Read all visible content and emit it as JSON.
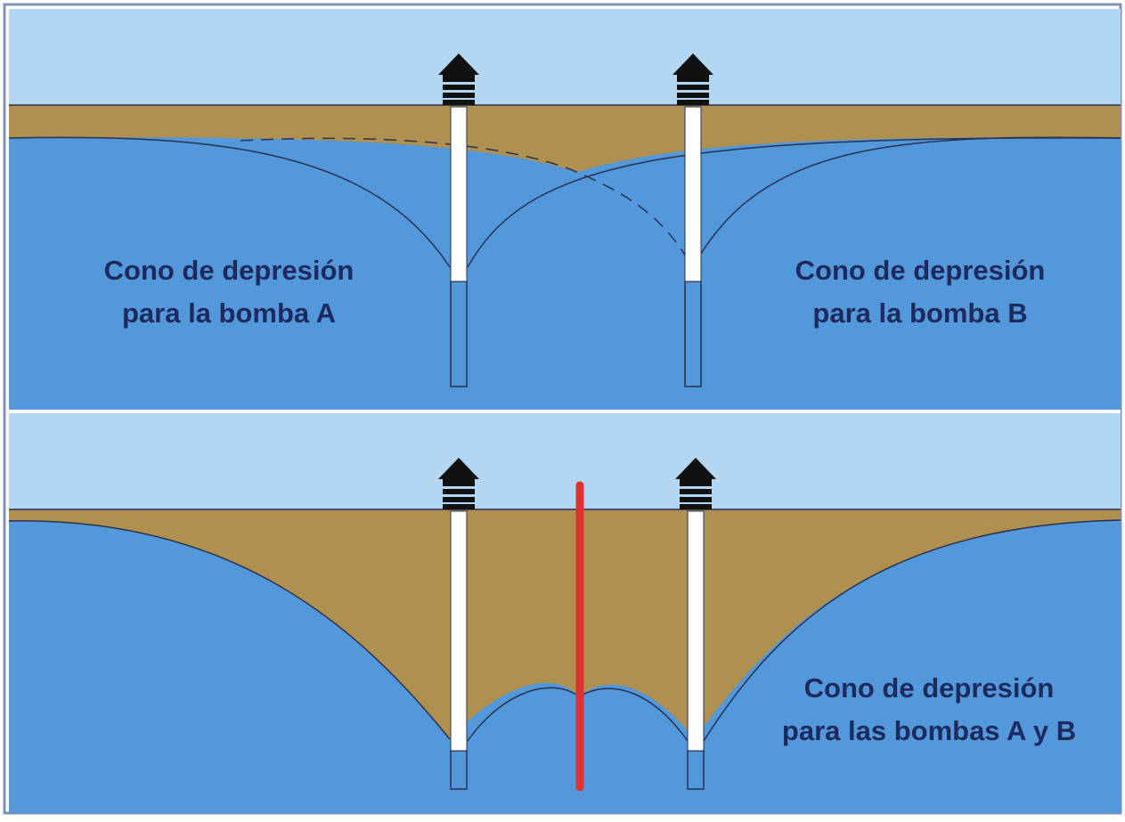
{
  "colors": {
    "sky": "#b3d6f2",
    "soil": "#b0904f",
    "water": "#5298da",
    "well_pipe": "#ffffff",
    "well_roof": "#111111",
    "outline": "#2a3150",
    "divider_line": "#e23030",
    "caption_text": "#1e2a5e",
    "frame_border": "#8091b3"
  },
  "top_panel": {
    "caption_left": {
      "line1": "Cono de depresión",
      "line2": "para la bomba A"
    },
    "caption_right": {
      "line1": "Cono de depresión",
      "line2": "para la bomba B"
    }
  },
  "bottom_panel": {
    "caption": {
      "line1": "Cono de depresión",
      "line2": "para las bombas A y B"
    }
  },
  "icons": {
    "well_housing": "pump-house-icon"
  }
}
